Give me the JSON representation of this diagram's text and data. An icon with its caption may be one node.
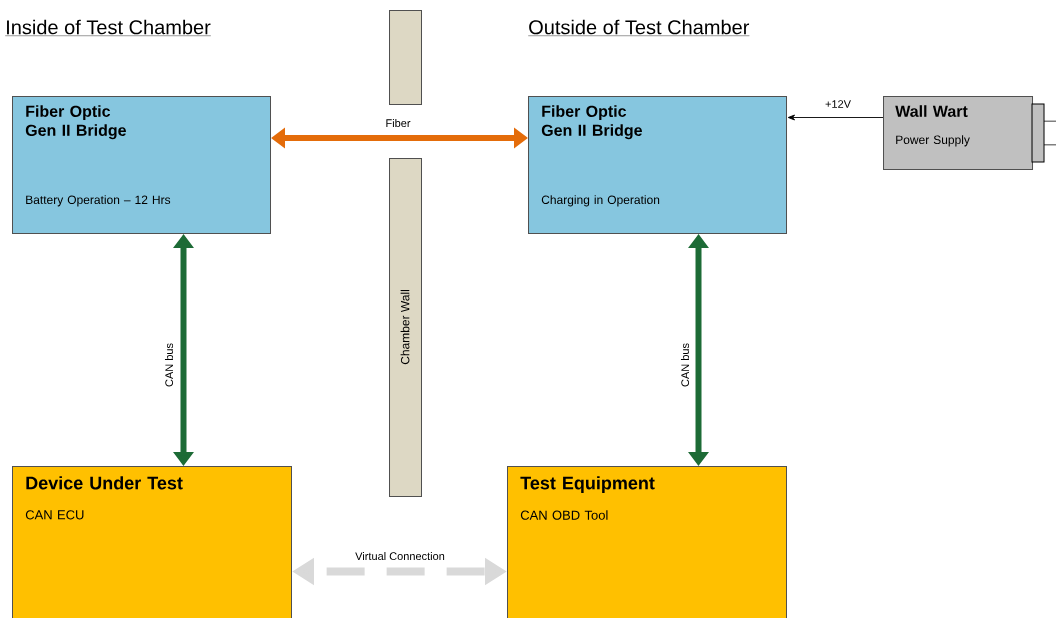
{
  "diagram": {
    "nodes": [
      {
        "text": [],
        "shape": "bar"
      },
      {
        "text": [
          "Fiber Optic Gen II Bridge",
          "Battery Operation – 12 Hrs"
        ]
      },
      {
        "text": [
          "Fiber Optic Gen II Bridge",
          "Charging in Operation"
        ]
      },
      {
        "text": [
          "Wall Wart",
          "Power Supply"
        ]
      },
      {
        "text": [
          "Chamber Wall"
        ]
      },
      {
        "text": [
          "Device Under Test",
          "CAN ECU"
        ]
      },
      {
        "text": [
          "Test Equipment",
          "CAN OBD Tool"
        ]
      }
    ],
    "edges": [
      {
        "from": 1,
        "to": 2,
        "arrow": "both",
        "label": "Fiber",
        "color": "#e46c0a"
      },
      {
        "from": 3,
        "to": 2,
        "arrow": "to",
        "label": "+12V",
        "color": "#000000"
      },
      {
        "from": 1,
        "to": 5,
        "arrow": "both",
        "label": "CAN bus",
        "color": "#1d6b36"
      },
      {
        "from": 2,
        "to": 6,
        "arrow": "both",
        "label": "CAN bus",
        "color": "#1d6b36"
      },
      {
        "from": 5,
        "to": 6,
        "arrow": "both",
        "label": "Virtual Connection",
        "style": "dashed",
        "color": "#d9d9d9"
      }
    ],
    "labels": [
      "Inside of Test Chamber",
      "Outside of Test Chamber"
    ]
  }
}
